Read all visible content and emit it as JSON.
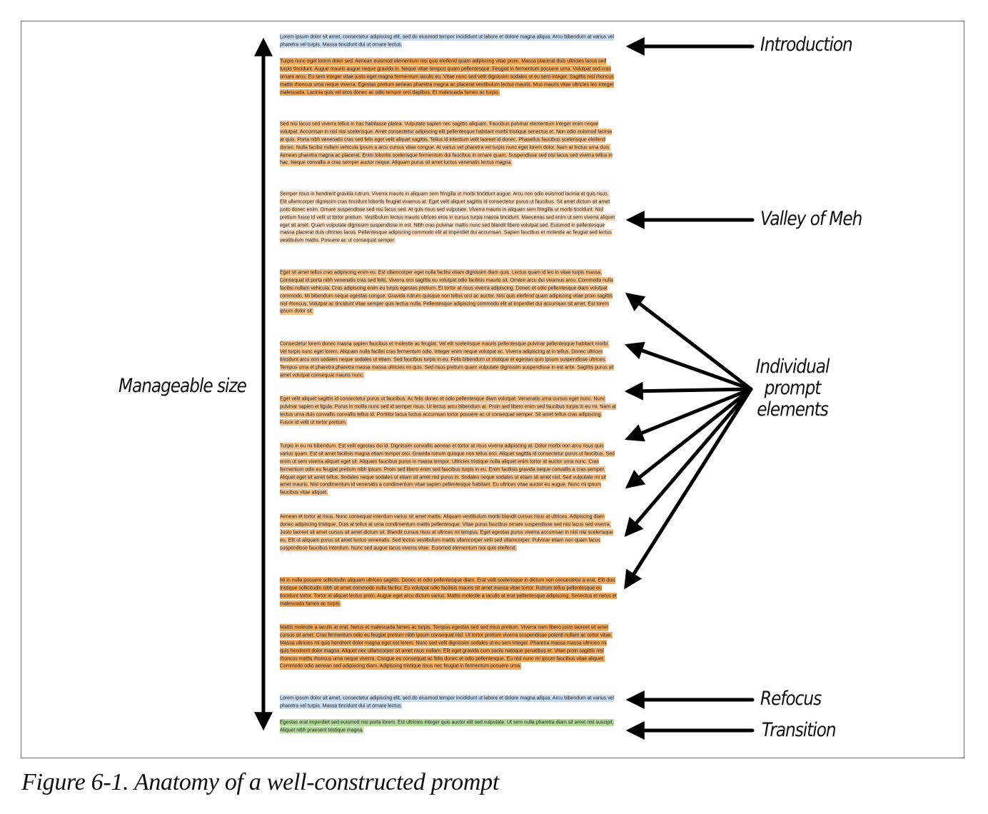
{
  "figure": {
    "caption": "Figure 6-1. Anatomy of a well-constructed prompt"
  },
  "colors": {
    "introduction": "#c9dcf1",
    "refocus": "#c9dcf1",
    "transition": "#b6dc9f",
    "element_strong": "#f5ab5e",
    "element_medium": "#f8c38c",
    "element_light": "#fcdcbc",
    "arrow": "#000000"
  },
  "labels": {
    "introduction": "Introduction",
    "valley": "Valley of Meh",
    "elements_line1": "Individual",
    "elements_line2": "prompt",
    "elements_line3": "elements",
    "refocus": "Refocus",
    "transition": "Transition",
    "manageable_size": "Manageable size"
  },
  "paragraphs": [
    {
      "role": "introduction",
      "shade": "introduction",
      "text": "Lorem ipsum dolor sit amet, consectetur adipiscing elit, sed do eiusmod tempor incididunt ut labore et dolore magna aliqua. Arcu bibendum at varius vel pharetra vel turpis. Massa tincidunt dui ut ornare lectus."
    },
    {
      "role": "element",
      "shade": "element_strong",
      "text": "Turpis nunc eget lorem dolor sed. Aenean euismod elementum nisi quis eleifend quam adipiscing vitae proin. Massa placerat duis ultricies lacus sed turpis tincidunt. Augue mauris augue neque gravida in. Neque vitae tempus quam pellentesque. Feugiat in fermentum posuere urna. Volutpat sed cras ornare arcu. Eu sem integer vitae justo eget magna fermentum iaculis eu. Vitae nunc sed velit dignissim sodales ut eu sem integer. Sagittis nisl rhoncus mattis rhoncus urna neque viverra. Egestas pretium aenean pharetra magna ac placerat vestibulum lectus mauris. Mus mauris vitae ultricies leo integer malesuada. Lacinia quis vel eros donec ac odio tempor orci dapibus. Et malesuada fames ac turpis."
    },
    {
      "role": "element",
      "shade": "element_medium",
      "text": "Sed nisi lacus sed viverra tellus in hac habitasse platea. Vulputate sapien nec sagittis aliquam. Faucibus pulvinar elementum integer enim neque volutpat. Accumsan in nisl nisi scelerisque. Amet consectetur adipiscing elit pellentesque habitant morbi tristique senectus et. Non odio euismod lacinia at quis. Porta nibh venenatis cras sed felis eget velit aliquet sagittis. Tellus id interdum velit laoreet id donec. Phasellus faucibus scelerisque eleifend donec. Nulla facilisi nullam vehicula ipsum a arcu cursus vitae congue. At varius vel pharetra vel turpis nunc eget lorem dolor. Nam at lectus urna duis. Aenean pharetra magna ac placerat. Enim lobortis scelerisque fermentum dui faucibus in ornare quam. Suspendisse sed nisi lacus sed viverra tellus in hac. Neque convallis a cras semper auctor neque. Aliquam purus sit amet luctus venenatis lectus magna."
    },
    {
      "role": "valley",
      "shade": "element_light",
      "text": "Semper risus in hendrerit gravida rutrum. Viverra mauris in aliquam sem fringilla ut morbi tincidunt augue. Arcu non odio euismod lacinia at quis risus. Elit ullamcorper dignissim cras tincidunt lobortis feugiat vivamus at. Eget velit aliquet sagittis id consectetur purus ut faucibus. Sit amet dictum sit amet justo donec enim. Ornare suspendisse sed nisi lacus sed. At quis risus sed vulputate. Viverra mauris in aliquam sem fringilla ut morbi tincidunt. Nisl pretium fusce id velit ut tortor pretium. Vestibulum lectus mauris ultrices eros in cursus turpis massa tincidunt. Maecenas sed enim ut sem viverra aliquet eget sit amet. Quam vulputate dignissim suspendisse in est. Nibh cras pulvinar mattis nunc sed blandit libero volutpat sed. Euismod in pellentesque massa placerat duis ultricies lacus. Pellentesque adipiscing commodo elit at imperdiet dui accumsan. Sapien faucibus et molestie ac feugiat sed lectus vestibulum mattis. Posuere ac ut consequat semper."
    },
    {
      "role": "element",
      "shade": "element_medium",
      "text": "Eget sit amet tellus cras adipiscing enim eu. Est ullamcorper eget nulla facilisi etiam dignissim diam quis. Lectus quam id leo in vitae turpis massa. Consequat id porta nibh venenatis cras sed felis. Viverra orci sagittis eu volutpat odio facilisis mauris sit. Ornare arcu dui vivamus arcu. Commodo nulla facilisi nullam vehicula. Cras adipiscing enim eu turpis egestas pretium. Et tortor at risus viverra adipiscing. Donec et odio pellentesque diam volutpat commodo. Mi bibendum neque egestas congue. Gravida rutrum quisque non tellus orci ac auctor. Nisi quis eleifend quam adipiscing vitae proin sagittis nisl rhoncus. Volutpat ac tincidunt vitae semper quis lectus nulla. Pellentesque adipiscing commodo elit at imperdiet dui accumsan sit amet. Est lorem ipsum dolor sit."
    },
    {
      "role": "element",
      "shade": "element_medium",
      "text": "Consectetur lorem donec massa sapien faucibus et molestie ac feugiat. Vel elit scelerisque mauris pellentesque pulvinar pellentesque habitant morbi. Vel turpis nunc eget lorem. Aliquam nulla facilisi cras fermentum odio. Integer enim neque volutpat ac. Viverra adipiscing at in tellus. Donec ultrices tincidunt arcu non sodales neque sodales ut etiam. Sed faucibus turpis in eu. Felis bibendum ut tristique et egestas quis ipsum suspendisse ultrices. Tempus urna et pharetra pharetra massa massa ultricies mi quis. Sed risus pretium quam vulputate dignissim suspendisse in est ante. Sagittis purus sit amet volutpat consequat mauris nunc."
    },
    {
      "role": "element",
      "shade": "element_medium",
      "text": "Eget velit aliquet sagittis id consectetur purus ut faucibus. Ac felis donec et odio pellentesque diam volutpat. Venenatis urna cursus eget nunc. Nunc pulvinar sapien et ligula. Purus in mollis nunc sed id semper risus. Ut lectus arcu bibendum at. Proin sed libero enim sed faucibus turpis in eu mi. Nam at lectus urna duis convallis convallis tellus id. Porttitor lacus luctus accumsan tortor posuere ac ut consequat semper. Sit amet tellus cras adipiscing. Fusce id velit ut tortor pretium."
    },
    {
      "role": "element",
      "shade": "element_medium",
      "text": "Turpis in eu mi bibendum. Est velit egestas dui id. Dignissim convallis aenean et tortor at risus viverra adipiscing at. Dolor morbi non arcu risus quis varius quam. Est sit amet facilisis magna etiam tempor orci. Gravida rutrum quisque non tellus orci. Aliquet sagittis id consectetur purus ut faucibus. Sed enim ut sem viverra aliquet eget sit. Aliquam faucibus purus in massa tempor. Ultricies tristique nulla aliquet enim tortor at auctor urna nunc. Cras fermentum odio eu feugiat pretium nibh ipsum. Proin sed libero enim sed faucibus turpis in eu. Enim facilisis gravida neque convallis a cras semper. Aliquet eget sit amet tellus. Sodales neque sodales ut etiam sit amet nisl purus in. Sodales neque sodales ut etiam sit amet nisl. Sed vulputate mi sit amet mauris. Nisl condimentum id venenatis a condimentum vitae sapien pellentesque habitant. Eu ultrices vitae auctor eu augue. Nunc mi ipsum faucibus vitae aliquet."
    },
    {
      "role": "element",
      "shade": "element_medium",
      "text": "Aenean et tortor at risus. Nunc consequat interdum varius sit amet mattis. Aliquam vestibulum morbi blandit cursus risus at ultrices. Adipiscing diam donec adipiscing tristique. Duis at tellus at urna condimentum mattis pellentesque. Vitae purus faucibus ornare suspendisse sed nisi lacus sed viverra. Justo laoreet sit amet cursus sit amet dictum sit. Blandit cursus risus at ultrices mi tempus. Eget egestas purus viverra accumsan in nisl nisi scelerisque eu. Elit ut aliquam purus sit amet luctus venenatis. Sed lectus vestibulum mattis ullamcorper velit sed ullamcorper. Pulvinar etiam non quam lacus suspendisse faucibus interdum. Nunc sed augue lacus viverra vitae. Euismod elementum nisi quis eleifend."
    },
    {
      "role": "element",
      "shade": "element_strong",
      "text": "Mi in nulla posuere sollicitudin aliquam ultrices sagittis. Donec et odio pellentesque diam. Erat velit scelerisque in dictum non consectetur a erat. Elit duis tristique sollicitudin nibh sit amet commodo nulla facilisi. Eu volutpat odio facilisis mauris sit amet massa vitae tortor. Rutrum tellus pellentesque eu tincidunt tortor. Tortor id aliquet lectus proin. Augue eget arcu dictum varius. Mattis molestie a iaculis at erat pellentesque adipiscing. Senectus et netus et malesuada fames ac turpis."
    },
    {
      "role": "element",
      "shade": "element_strong",
      "text": "Mattis molestie a iaculis at erat. Netus et malesuada fames ac turpis. Tempus egestas sed sed risus pretium. Viverra nam libero justo laoreet sit amet cursus sit amet. Cras fermentum odio eu feugiat pretium nibh ipsum consequat nisl. Ut tortor pretium viverra suspendisse potenti nullam ac tortor vitae. Massa ultricies mi quis hendrerit dolor magna eget est lorem. Nunc sed velit dignissim sodales ut eu sem integer. Pharetra massa massa ultricies mi quis hendrerit dolor magna. Aliquet nec ullamcorper sit amet risus nullam. Elit eget gravida cum sociis natoque penatibus et. Vitae proin sagittis nisl rhoncus mattis rhoncus urna neque viverra. Congue eu consequat ac felis donec et odio pellentesque. Eu nisl nunc mi ipsum faucibus vitae aliquet. Commodo odio aenean sed adipiscing diam. Adipiscing tristique risus nec feugiat in fermentum posuere urna."
    },
    {
      "role": "refocus",
      "shade": "refocus",
      "text": "Lorem ipsum dolor sit amet, consectetur adipiscing elit, sed do eiusmod tempor incididunt ut labore et dolore magna aliqua. Arcu bibendum at varius vel pharetra vel turpis. Massa tincidunt dui ut ornare lectus."
    },
    {
      "role": "transition",
      "shade": "transition",
      "text": "Egestas erat imperdiet sed euismod nisi porta lorem. Est ultricies integer quis auctor elit sed vulputate. Ut sem nulla pharetra diam sit amet nisl suscipit. Aliquet nibh praesent tristique magna."
    }
  ]
}
